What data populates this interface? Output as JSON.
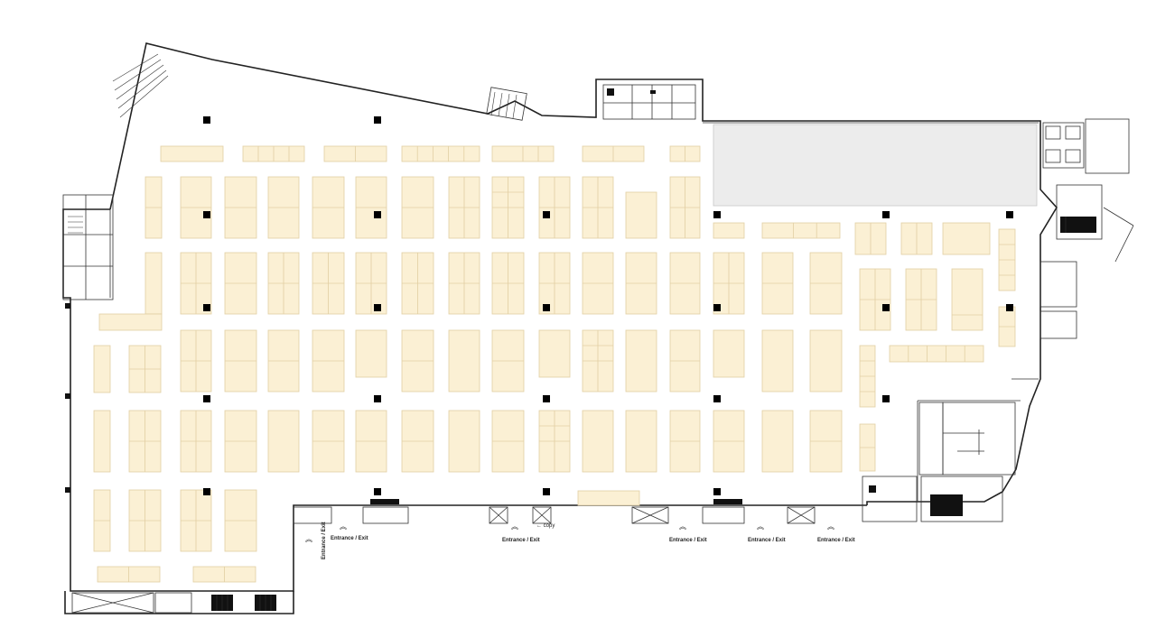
{
  "floor_plan": {
    "colors": {
      "booth_fill": "#fbf0d4",
      "booth_stroke": "#e2cfa3",
      "pillar": "#000000",
      "reserved_area": "#ececec",
      "wall": "#222222"
    },
    "entrances": [
      {
        "label": "Entrance / Exit",
        "orientation": "vertical"
      },
      {
        "label": "Entrance / Exit",
        "orientation": "horizontal"
      },
      {
        "label": "Entrance / Exit",
        "orientation": "horizontal"
      },
      {
        "label": "Entrance / Exit",
        "orientation": "horizontal"
      },
      {
        "label": "Entrance / Exit",
        "orientation": "horizontal"
      },
      {
        "label": "Entrance / Exit",
        "orientation": "horizontal"
      }
    ],
    "annotations": {
      "copy_note": "← copy"
    },
    "icons": {
      "entrance_arrow": "chevron-up-icon",
      "pillar": "pillar-square"
    }
  }
}
